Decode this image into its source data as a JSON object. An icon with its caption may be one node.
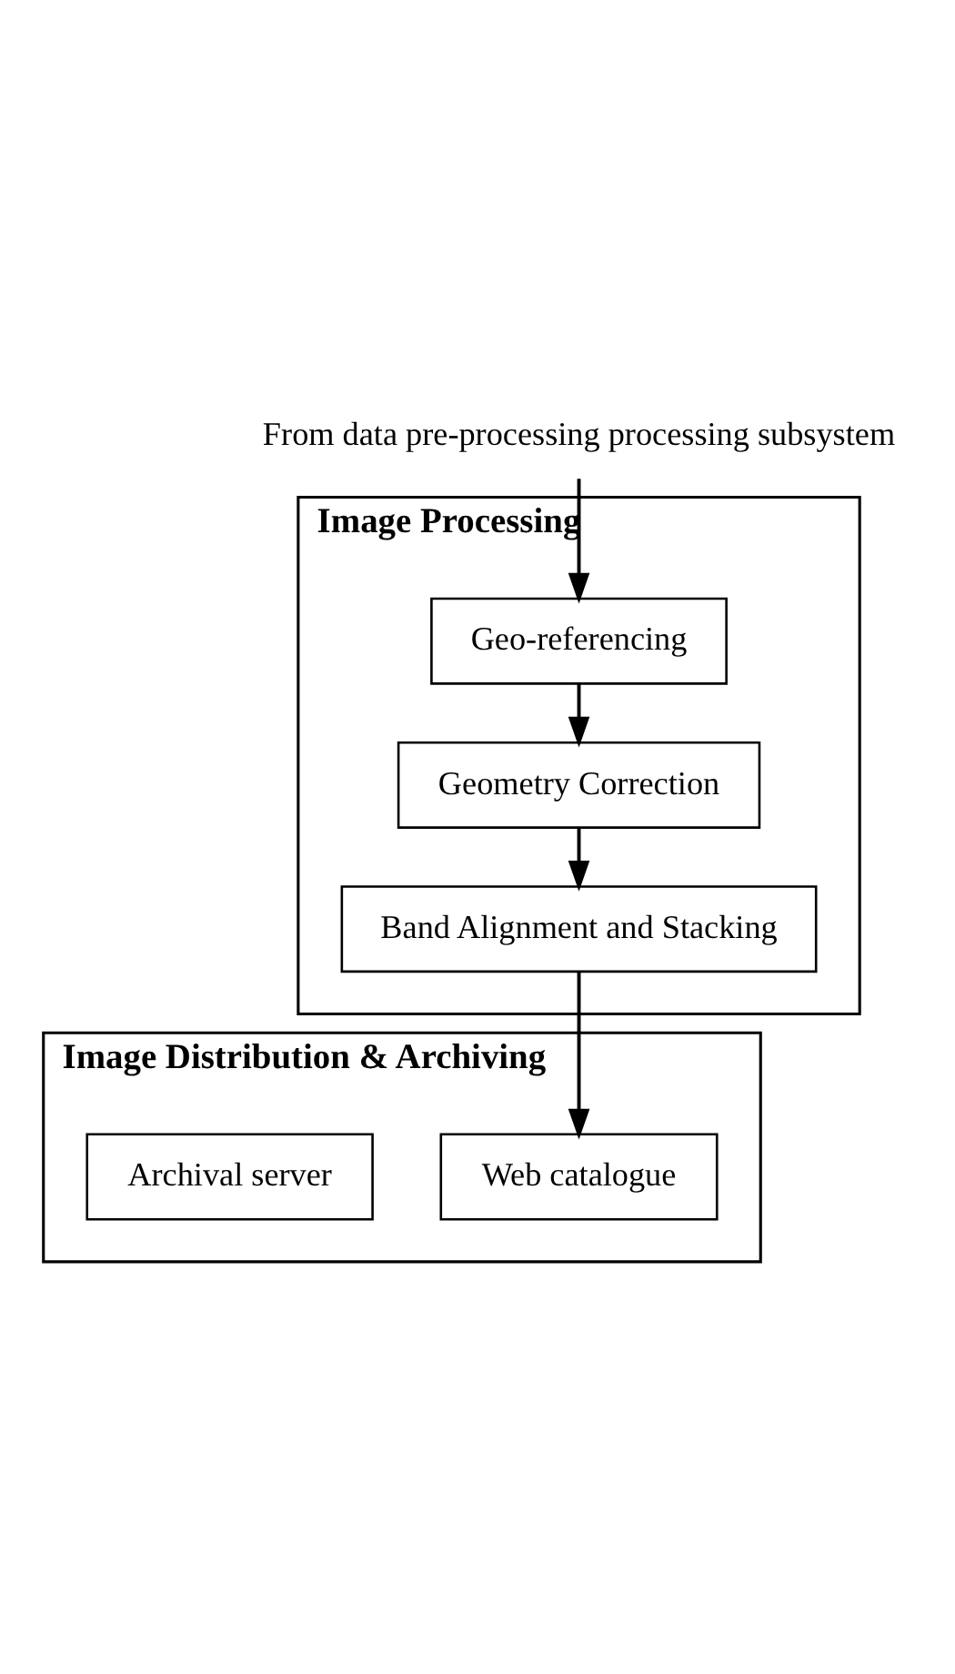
{
  "diagram": {
    "nodes": [
      {
        "text": [
          "From data pre-processing processing subsystem"
        ]
      },
      {
        "text": [
          "Image Processing"
        ]
      },
      {
        "text": [
          "Geo-referencing"
        ],
        "in": 1
      },
      {
        "text": [
          "Geometry Correction"
        ],
        "in": 1
      },
      {
        "text": [
          "Band Alignment and Stacking"
        ],
        "in": 1
      },
      {
        "text": [
          "Image Distribution & Archiving"
        ]
      },
      {
        "text": [
          "Web catalogue"
        ],
        "in": 5
      },
      {
        "text": [
          "Archival server"
        ],
        "in": 5
      }
    ],
    "edges": [
      {
        "from": 0,
        "to": 2,
        "arrow": "to"
      },
      {
        "from": 2,
        "to": 3,
        "arrow": "to"
      },
      {
        "from": 3,
        "to": 4,
        "arrow": "to"
      },
      {
        "from": 4,
        "to": 6,
        "arrow": "to"
      }
    ]
  }
}
